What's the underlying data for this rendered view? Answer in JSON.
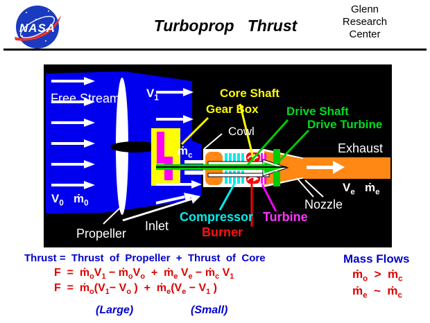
{
  "header": {
    "logo_text": "NASA",
    "title": "Turboprop   Thrust",
    "org": "Glenn\nResearch\nCenter"
  },
  "colors": {
    "stream_blue": "#0000ee",
    "gearbox_yellow": "#ffff00",
    "gear_magenta": "#ff00ff",
    "shaft_green": "#00cc00",
    "compressor_cyan": "#00eeee",
    "burner_red": "#ff0000",
    "cowl_orange": "#ff8714",
    "equation_blue": "#0000cc",
    "equation_red": "#dd0000",
    "nasa_blue": "#1a3ac0",
    "nasa_red": "#e8332c"
  },
  "diagram": {
    "labels": {
      "free_stream": "Free Stream",
      "gear_box": "Gear Box",
      "core_shaft": "Core Shaft",
      "drive_shaft": "Drive Shaft",
      "drive_turbine": "Drive Turbine",
      "cowl": "Cowl",
      "exhaust": "Exhaust",
      "nozzle": "Nozzle",
      "inlet": "Inlet",
      "propeller": "Propeller",
      "compressor": "Compressor",
      "burner": "Burner",
      "turbine": "Turbine"
    },
    "rich_labels": {
      "v1": [
        [
          "V",
          0
        ],
        [
          "1",
          1
        ]
      ],
      "v0_m0": [
        [
          "V",
          0
        ],
        [
          "0",
          1
        ],
        [
          "   ",
          0
        ],
        [
          "ṁ",
          0
        ],
        [
          "0",
          1
        ]
      ],
      "mc": [
        [
          "ṁ",
          0
        ],
        [
          "c",
          1
        ]
      ],
      "ve_me": [
        [
          "V",
          0
        ],
        [
          "e",
          1
        ],
        [
          "   ",
          0
        ],
        [
          "ṁ",
          0
        ],
        [
          "e",
          1
        ]
      ]
    }
  },
  "equations": {
    "line1": "Thrust =  Thrust  of  Propeller  +  Thrust  of  Core",
    "f1": [
      [
        "F  =  ",
        0
      ],
      [
        "ṁ",
        0
      ],
      [
        "o",
        1
      ],
      [
        "V",
        0
      ],
      [
        "1",
        1
      ],
      [
        " − ",
        0
      ],
      [
        "ṁ",
        0
      ],
      [
        "o",
        1
      ],
      [
        "V",
        0
      ],
      [
        "o",
        1
      ],
      [
        "  +  ",
        0
      ],
      [
        "ṁ",
        0
      ],
      [
        "e",
        1
      ],
      [
        " V",
        0
      ],
      [
        "e",
        1
      ],
      [
        " − ",
        0
      ],
      [
        "ṁ",
        0
      ],
      [
        "c",
        1
      ],
      [
        " V",
        0
      ],
      [
        "1",
        1
      ]
    ],
    "f2": [
      [
        "F  =  ",
        0
      ],
      [
        "ṁ",
        0
      ],
      [
        "o",
        1
      ],
      [
        "(V",
        0
      ],
      [
        "1",
        1
      ],
      [
        "− V",
        0
      ],
      [
        "o",
        1
      ],
      [
        " )  +  ",
        0
      ],
      [
        "ṁ",
        0
      ],
      [
        "e",
        1
      ],
      [
        "(V",
        0
      ],
      [
        "e",
        1
      ],
      [
        " − V",
        0
      ],
      [
        "1",
        1
      ],
      [
        " )",
        0
      ]
    ],
    "large": "(Large)",
    "small": "(Small)",
    "mass_flows_title": "Mass Flows",
    "mf1": [
      [
        "ṁ",
        0
      ],
      [
        "o",
        1
      ],
      [
        "  >  ",
        0
      ],
      [
        "ṁ",
        0
      ],
      [
        "c",
        1
      ]
    ],
    "mf2": [
      [
        "ṁ",
        0
      ],
      [
        "e",
        1
      ],
      [
        "  ~  ",
        0
      ],
      [
        "ṁ",
        0
      ],
      [
        "c",
        1
      ]
    ]
  }
}
